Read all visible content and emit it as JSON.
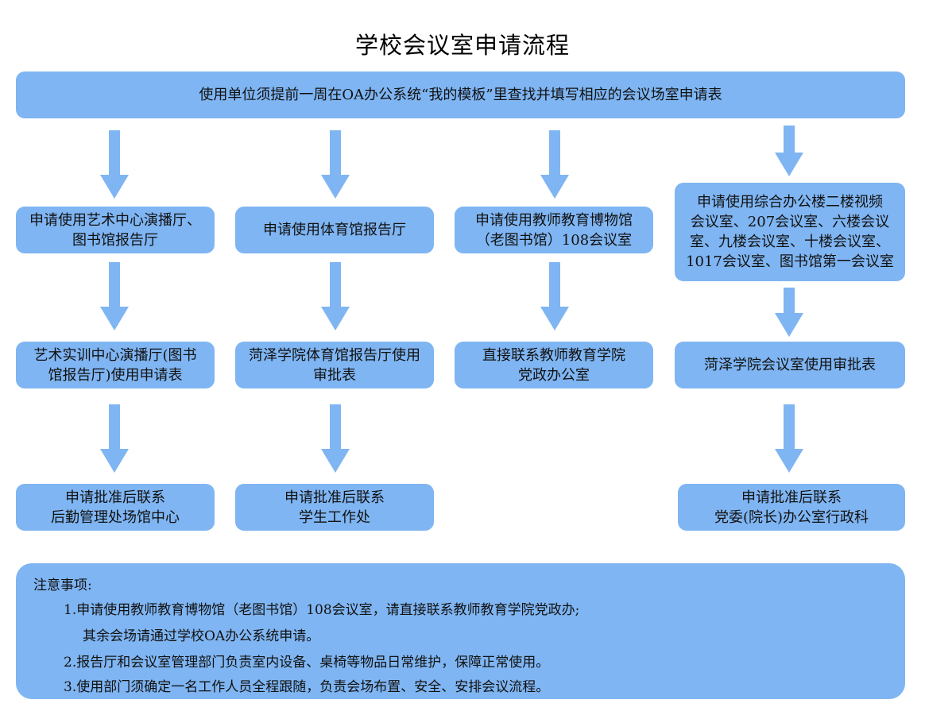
{
  "title": "学校会议室申请流程",
  "colors": {
    "box_fill": "#7fb5f2",
    "arrow_fill": "#7fb5f2",
    "text": "#111111",
    "background": "#ffffff"
  },
  "top_step": "使用单位须提前一周在OA办公系统“我的模板”里查找并填写相应的会议场室申请表",
  "branches": [
    {
      "apply": [
        "申请使用艺术中心演播厅、",
        "图书馆报告厅"
      ],
      "form": [
        "艺术实训中心演播厅(图书",
        "馆报告厅)使用申请表"
      ],
      "contact": [
        "申请批准后联系",
        "后勤管理处场馆中心"
      ]
    },
    {
      "apply": [
        "申请使用体育馆报告厅"
      ],
      "form": [
        "菏泽学院体育馆报告厅使用",
        "审批表"
      ],
      "contact": [
        "申请批准后联系",
        "学生工作处"
      ]
    },
    {
      "apply": [
        "申请使用教师教育博物馆",
        "（老图书馆）108会议室"
      ],
      "form": [
        "直接联系教师教育学院",
        "党政办公室"
      ]
    },
    {
      "apply": [
        "申请使用综合办公楼二楼视频",
        "会议室、207会议室、六楼会议",
        "室、九楼会议室、十楼会议室、",
        "1017会议室、图书馆第一会议室"
      ],
      "form": [
        "菏泽学院会议室使用审批表"
      ],
      "contact": [
        "申请批准后联系",
        "党委(院长)办公室行政科"
      ]
    }
  ],
  "notes": {
    "heading": "注意事项:",
    "items": [
      "1.申请使用教师教育博物馆（老图书馆）108会议室，请直接联系教师教育学院党政办;",
      "其余会场请通过学校OA办公系统申请。",
      "2.报告厅和会议室管理部门负责室内设备、桌椅等物品日常维护，保障正常使用。",
      "3.使用部门须确定一名工作人员全程跟随，负责会场布置、安全、安排会议流程。"
    ]
  }
}
